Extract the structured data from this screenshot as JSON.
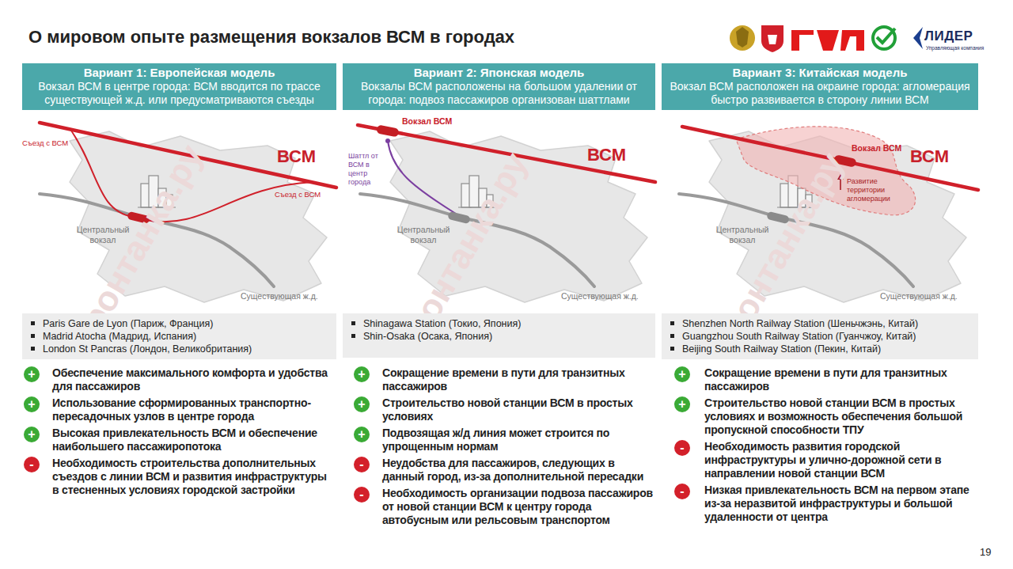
{
  "diagram": {
    "title": "О мировом опыте размещения вокзалов ВСМ в городах",
    "nodes": [
      {
        "text": [
          "Вариант 1: Европейская модель",
          "Вокзал ВСМ в центре города: ВСМ вводится по трассе существующей ж.д. или предусматриваются съезды"
        ]
      },
      {
        "text": [
          "Вариант 2: Японская модель",
          "Вокзалы ВСМ расположены на большом удалении от города: подвоз пассажиров организован шаттлами"
        ]
      },
      {
        "text": [
          "Вариант 3: Китайская модель",
          "Вокзал ВСМ расположен на окраине города: агломерация быстро развивается в сторону линии ВСМ"
        ]
      },
      {
        "text": [
          "Paris Gare de Lyon (Париж, Франция)",
          "Madrid Atocha (Мадрид, Испания)",
          "London St Pancras (Лондон, Великобритания)"
        ]
      },
      {
        "text": [
          "Shinagawa Station (Токио, Япония)",
          "Shin-Osaka (Осака, Япония)"
        ]
      },
      {
        "text": [
          "Shenzhen North Railway Station (Шеньчжэнь, Китай)",
          "Guangzhou South Railway Station (Гуанчжоу, Китай)",
          "Beijing South Railway Station (Пекин, Китай)"
        ]
      }
    ],
    "labels": [
      "Съезд с ВСМ",
      "ВСМ",
      "Съезд с ВСМ",
      "Центральный вокзал",
      "Существующая ж.д.",
      "Вокзал ВСМ",
      "Шаттл от ВСМ в центр города",
      "ВСМ",
      "Центральный вокзал",
      "Существующая ж.д.",
      "Вокзал ВСМ",
      "ВСМ",
      "Развитие территории агломерации",
      "Центральный вокзал",
      "Существующая ж.д.",
      "+",
      "Обеспечение максимального комфорта и удобства для пассажиров",
      "+",
      "Использование сформированных транспортно-пересадочных узлов в центре города",
      "+",
      "Высокая привлекательность ВСМ и обеспечение наибольшего пассажиропотока",
      "-",
      "Необходимость строительства дополнительных съездов с линии ВСМ и развития инфраструктуры в стесненных условиях городской застройки",
      "+",
      "Сокращение времени в пути для транзитных пассажиров",
      "+",
      "Строительство новой станции ВСМ в простых условиях",
      "+",
      "Подвозящая ж/д линия может строится по упрощенным нормам",
      "-",
      "Неудобства для пассажиров, следующих в данный город, из-за дополнительной пересадки",
      "-",
      "Необходимость организации подвоза пассажиров от новой станции ВСМ к центру города автобусным или рельсовым транспортом",
      "+",
      "Сокращение времени в пути для транзитных пассажиров",
      "+",
      "Строительство новой станции ВСМ в простых условиях и возможность обеспечения большой пропускной способности ТПУ",
      "-",
      "Необходимость развития городской инфраструктуры и улично-дорожной сети в направлении новой станции ВСМ",
      "-",
      "Низкая привлекательность ВСМ на первом этапе из-за неразвитой инфраструктуры и большой удаленности от центра",
      "ЛИДЕР",
      "Управляющая компания",
      "19",
      "фонтанка.ру",
      "фонтанка.ру",
      "фонтанка.ру"
    ]
  }
}
